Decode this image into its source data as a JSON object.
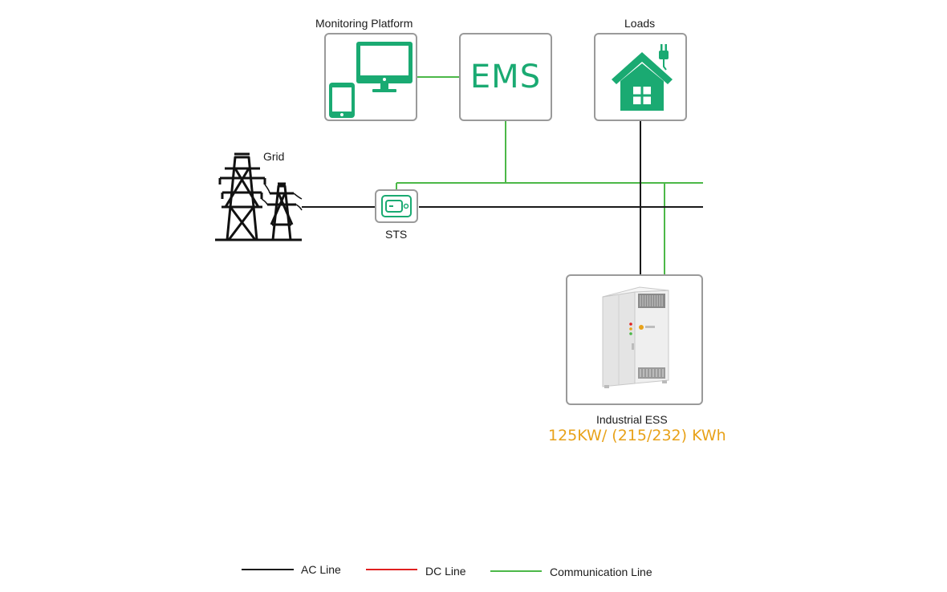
{
  "nodes": {
    "monitoring": {
      "label": "Monitoring Platform"
    },
    "ems": {
      "label": "EMS"
    },
    "loads": {
      "label": "Loads"
    },
    "grid": {
      "label": "Grid"
    },
    "sts": {
      "label": "STS"
    },
    "ess": {
      "label": "Industrial ESS",
      "spec": "125KW/ (215/232) KWh"
    }
  },
  "legend": {
    "ac": "AC Line",
    "dc": "DC Line",
    "comm": "Communication Line"
  },
  "colors": {
    "ac_line": "#1a1a1a",
    "dc_line": "#e02020",
    "comm_line": "#4cb848",
    "icon_green": "#1aaa72",
    "spec_orange": "#e8a21a",
    "box_border": "#9a9a9a"
  }
}
